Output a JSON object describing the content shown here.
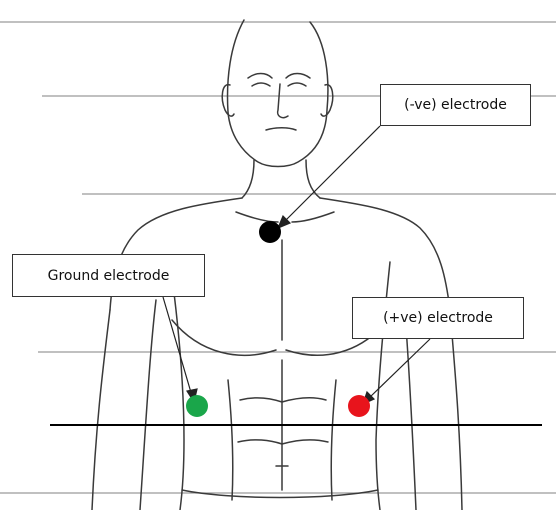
{
  "labels": {
    "negative": "(-ve) electrode",
    "ground": "Ground electrode",
    "positive": "(+ve) electrode"
  },
  "electrodes": {
    "negative": {
      "color": "#000000"
    },
    "ground": {
      "color": "#1aa64a"
    },
    "positive": {
      "color": "#e8141c"
    }
  },
  "colors": {
    "sketch_line": "#3a3a3a",
    "guide_line": "#9a9a9a",
    "reference_line": "#000000"
  }
}
